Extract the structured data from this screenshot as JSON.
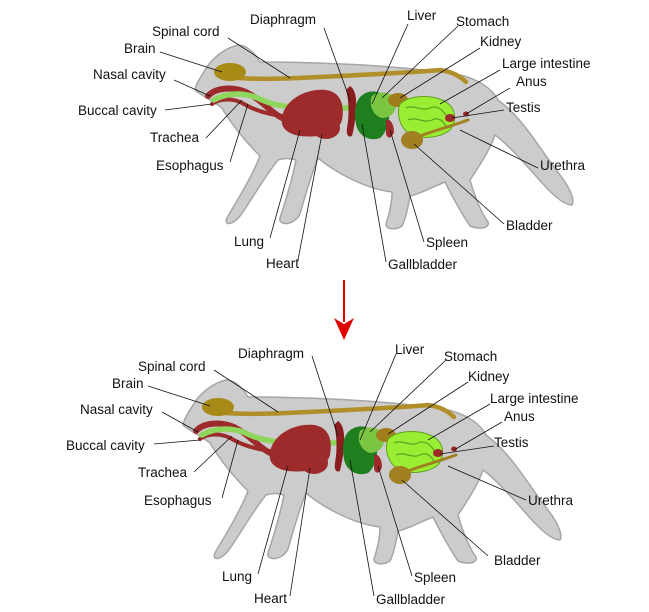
{
  "colors": {
    "body": "#cccccc",
    "body_outline": "#a6a6a6",
    "brain": "#a88a16",
    "spinal_cord": "#b08e28",
    "lungs_heart_trachea": "#9e2b2b",
    "esophagus": "#8fd65c",
    "liver": "#1f7f1f",
    "stomach": "#7cc543",
    "intestine": "#99ee33",
    "kidney": "#a07d1a",
    "bladder": "#a08020",
    "testis": "#9e2b2b",
    "arrow": "#e00000"
  },
  "labels": {
    "spinal_cord": "Spinal cord",
    "brain": "Brain",
    "nasal_cavity": "Nasal cavity",
    "buccal_cavity": "Buccal cavity",
    "trachea": "Trachea",
    "esophagus": "Esophagus",
    "lung": "Lung",
    "heart": "Heart",
    "diaphragm": "Diaphragm",
    "liver": "Liver",
    "stomach": "Stomach",
    "kidney": "Kidney",
    "large_intestine": "Large intestine",
    "anus": "Anus",
    "testis": "Testis",
    "urethra": "Urethra",
    "bladder": "Bladder",
    "spleen": "Spleen",
    "gallbladder": "Gallbladder"
  },
  "arrow_icon": "down-arrow-icon"
}
